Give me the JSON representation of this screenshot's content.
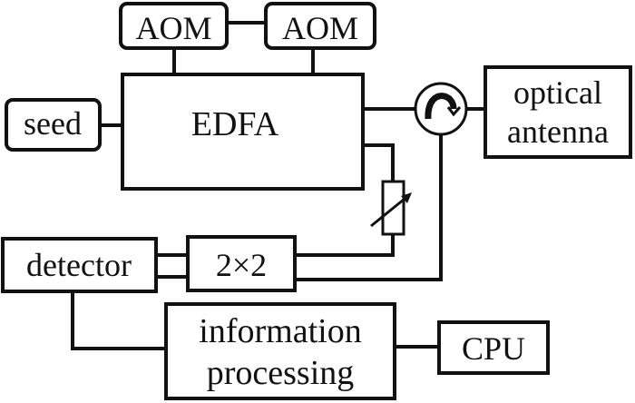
{
  "diagram": {
    "title": "",
    "nodes": {
      "aom1": {
        "label": "AOM"
      },
      "aom2": {
        "label": "AOM"
      },
      "edfa": {
        "label": "EDFA"
      },
      "seed": {
        "label": "seed"
      },
      "circulator": {
        "label": "",
        "icon": "circulator-arrow-icon"
      },
      "antenna": {
        "line1": "optical",
        "line2": "antenna"
      },
      "attenuator": {
        "label": "",
        "icon": "variable-attenuator-icon"
      },
      "detector": {
        "label": "detector"
      },
      "coupler": {
        "label": "2×2"
      },
      "processing": {
        "line1": "information",
        "line2": "processing"
      },
      "cpu": {
        "label": "CPU"
      }
    },
    "edges": [
      [
        "aom1",
        "aom2"
      ],
      [
        "aom1",
        "edfa"
      ],
      [
        "aom2",
        "edfa"
      ],
      [
        "seed",
        "edfa"
      ],
      [
        "edfa",
        "circulator"
      ],
      [
        "circulator",
        "antenna"
      ],
      [
        "edfa",
        "attenuator"
      ],
      [
        "attenuator",
        "coupler"
      ],
      [
        "circulator",
        "coupler"
      ],
      [
        "coupler",
        "detector"
      ],
      [
        "coupler",
        "detector"
      ],
      [
        "detector",
        "processing"
      ],
      [
        "processing",
        "cpu"
      ]
    ],
    "colors": {
      "stroke": "#111111",
      "background": "#ffffff"
    }
  }
}
